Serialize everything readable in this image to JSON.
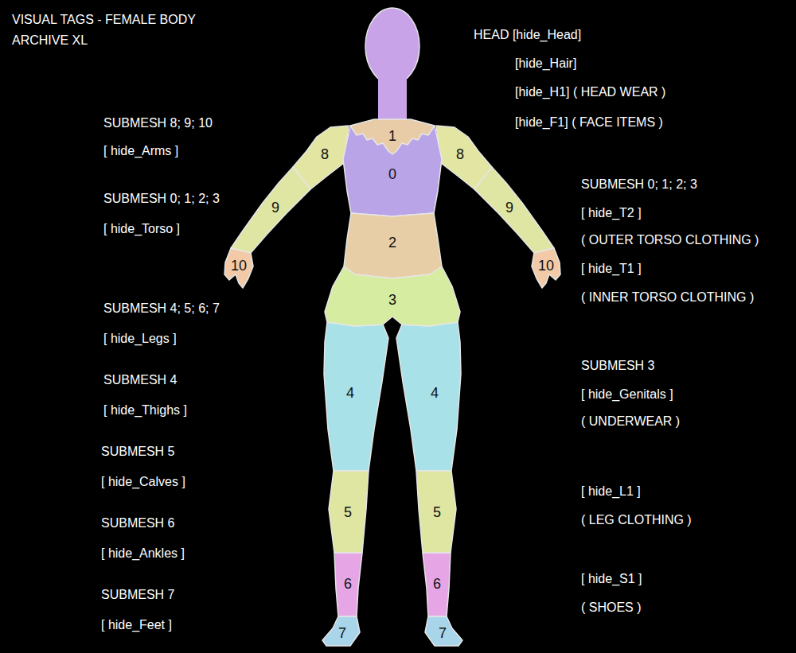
{
  "diagram": {
    "title": "VISUAL TAGS - FEMALE BODY ARCHIVE XL",
    "labels": [
      "SUBMESH 8; 9; 10",
      "[ hide_Arms ]",
      "SUBMESH 0; 1; 2; 3",
      "[ hide_Torso ]",
      "SUBMESH 4; 5; 6; 7",
      "[ hide_Legs ]",
      "SUBMESH 4",
      "[ hide_Thighs ]",
      "SUBMESH 5",
      "[ hide_Calves ]",
      "SUBMESH 6",
      "[ hide_Ankles ]",
      "SUBMESH 7",
      "[ hide_Feet ]",
      "HEAD [hide_Head]",
      "[hide_Hair]",
      "[hide_H1] ( HEAD WEAR )",
      "[hide_F1] ( FACE ITEMS )",
      "SUBMESH 0; 1; 2; 3",
      "[ hide_T2 ]",
      "( OUTER TORSO CLOTHING )",
      "[ hide_T1 ]",
      "( INNER TORSO CLOTHING )",
      "SUBMESH 3",
      "[ hide_Genitals ]",
      "( UNDERWEAR )",
      "[ hide_L1 ]",
      "( LEG CLOTHING )",
      "[ hide_S1 ]",
      "( SHOES )",
      "1",
      "8",
      "8",
      "0",
      "9",
      "9",
      "2",
      "10",
      "10",
      "3",
      "4",
      "4",
      "5",
      "5",
      "6",
      "6",
      "7",
      "7"
    ]
  }
}
